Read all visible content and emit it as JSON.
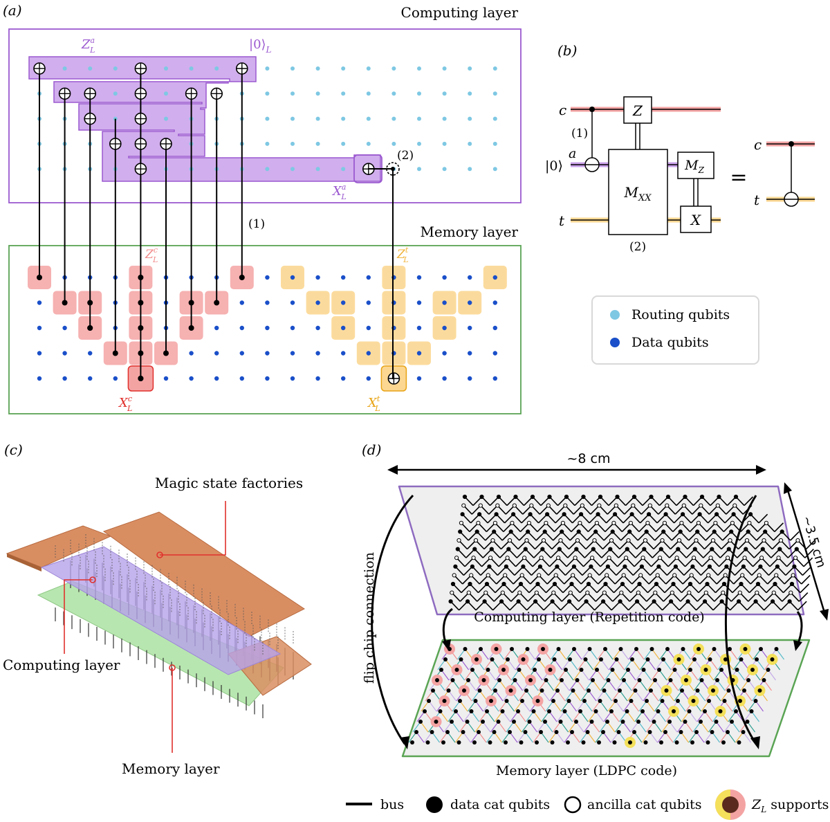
{
  "panel_a": {
    "label": "(a)",
    "computing_layer_title": "Computing layer",
    "memory_layer_title": "Memory layer",
    "z_label_a": "Z",
    "z_label_a_sup": "a",
    "z_label_a_sub": "L",
    "x_label_a": "X",
    "x_label_a_sup": "a",
    "x_label_a_sub": "L",
    "ket0": "|0⟩",
    "ket0_sub": "L",
    "step1": "(1)",
    "step2": "(2)",
    "z_label_c": "Z",
    "z_label_c_sup": "c",
    "z_label_c_sub": "L",
    "x_label_c": "X",
    "x_label_c_sup": "c",
    "x_label_c_sub": "L",
    "z_label_t": "Z",
    "z_label_t_sup": "t",
    "z_label_t_sub": "L",
    "x_label_t": "X",
    "x_label_t_sup": "t",
    "x_label_t_sub": "L",
    "legend": {
      "routing": "Routing qubits",
      "data": "Data qubits"
    }
  },
  "panel_b": {
    "label": "(b)",
    "c": "c",
    "a": "a",
    "t": "t",
    "ket0": "|0⟩",
    "step1": "(1)",
    "step2": "(2)",
    "z_gate": "Z",
    "mxx": "M",
    "mxx_sub": "XX",
    "mz": "M",
    "mz_sub": "Z",
    "x_gate": "X",
    "equals": "=",
    "c2": "c",
    "t2": "t"
  },
  "panel_c": {
    "label": "(c)",
    "magic": "Magic state factories",
    "computing": "Computing layer",
    "memory": "Memory layer"
  },
  "panel_d": {
    "label": "(d)",
    "width": "~8 cm",
    "depth": "~3.5 cm",
    "flip_chip": "flip chip connection",
    "computing": "Computing layer (Repetition code)",
    "memory": "Memory layer (LDPC code)",
    "legend": {
      "bus": "bus",
      "data": "data cat qubits",
      "ancilla": "ancilla cat qubits",
      "zl": "Z",
      "zl_sub": "L",
      "zl_tail": " supports"
    }
  },
  "colors": {
    "purple": "#9b59d0",
    "purple_fill": "#c9a0ea",
    "green": "#5aa454",
    "red_fill": "#f4a3a3",
    "red_text": "#e0302c",
    "orange_fill": "#fbd792",
    "orange_text": "#e8a415",
    "routing": "#7ec8e3",
    "data": "#1a4fc9"
  }
}
